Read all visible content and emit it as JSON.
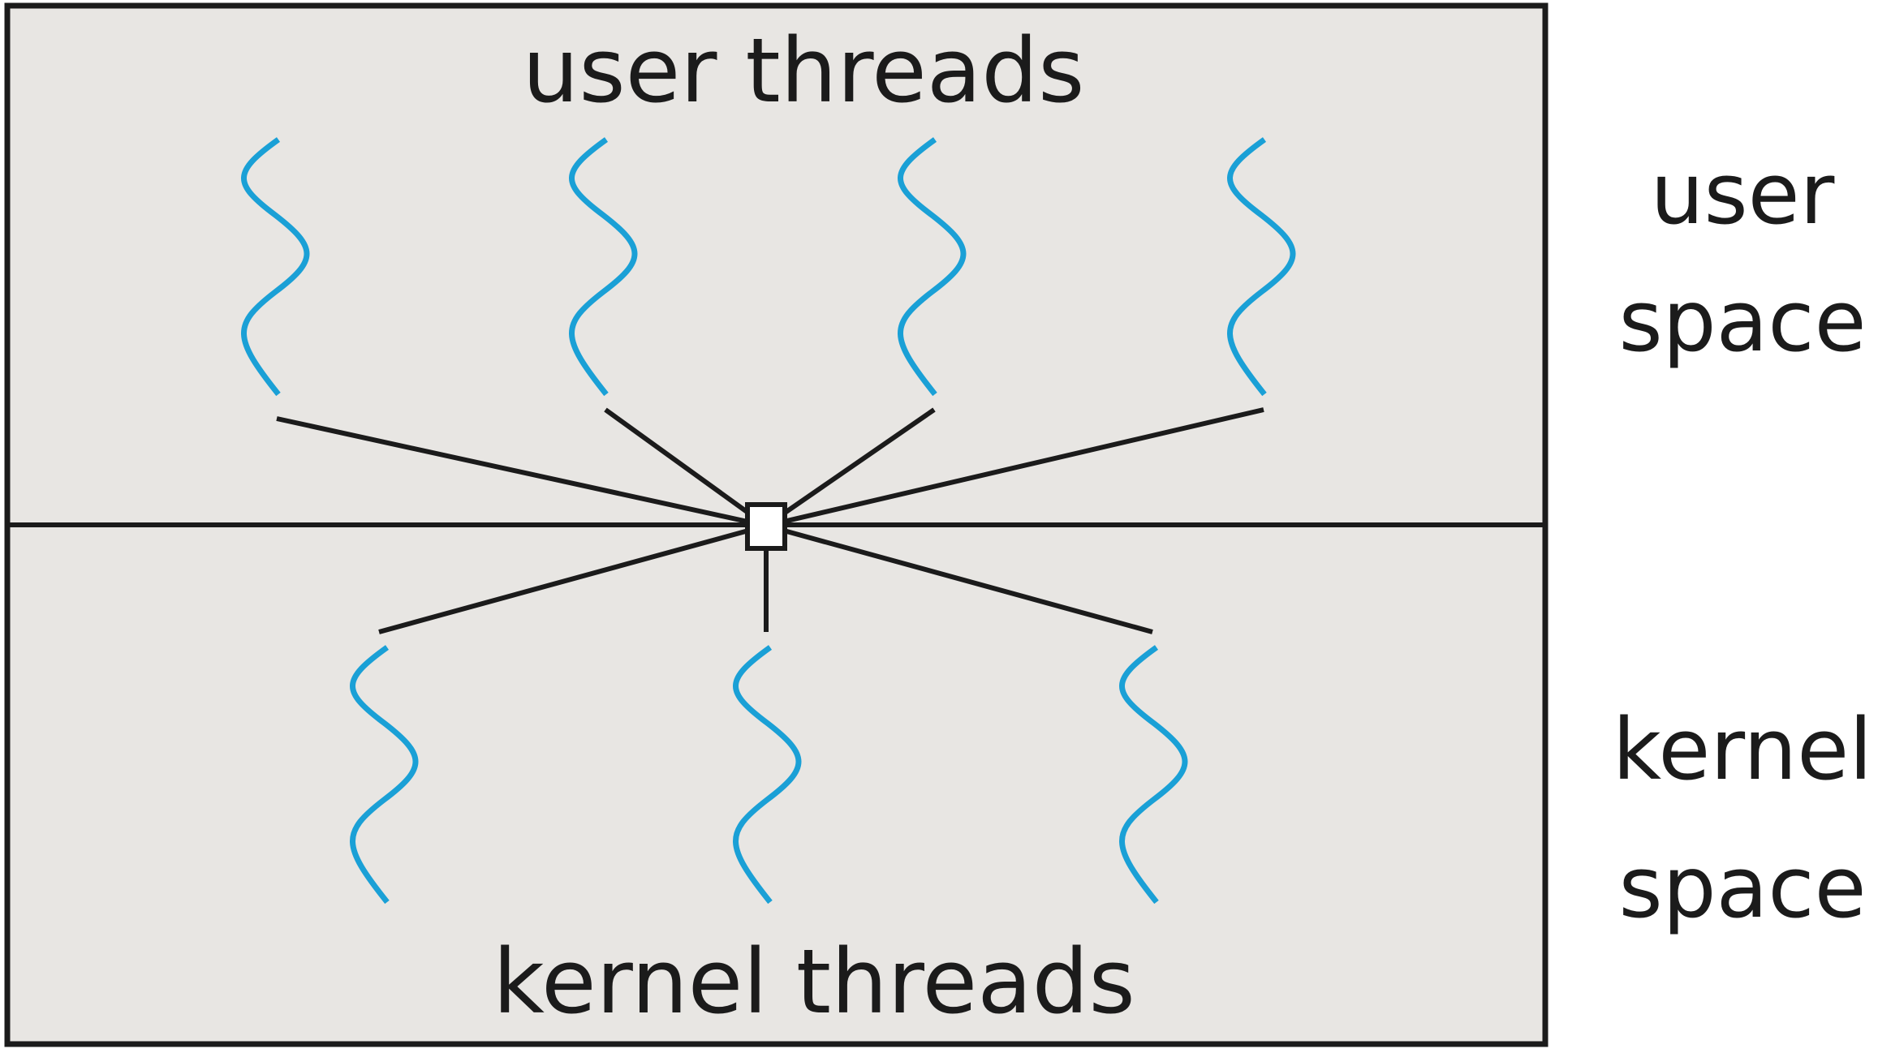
{
  "labels": {
    "user_threads": "user threads",
    "kernel_threads": "kernel threads",
    "user_space_line1": "user",
    "user_space_line2": "space",
    "kernel_space_line1": "kernel",
    "kernel_space_line2": "space"
  },
  "colors": {
    "thread": "#1aa0d6",
    "line": "#1b1b1b",
    "background": "#e8e6e3"
  },
  "user_thread_count": 4,
  "kernel_thread_count": 3,
  "icons": {
    "thread": "wavy-thread-icon",
    "hub": "mapping-hub-square"
  }
}
